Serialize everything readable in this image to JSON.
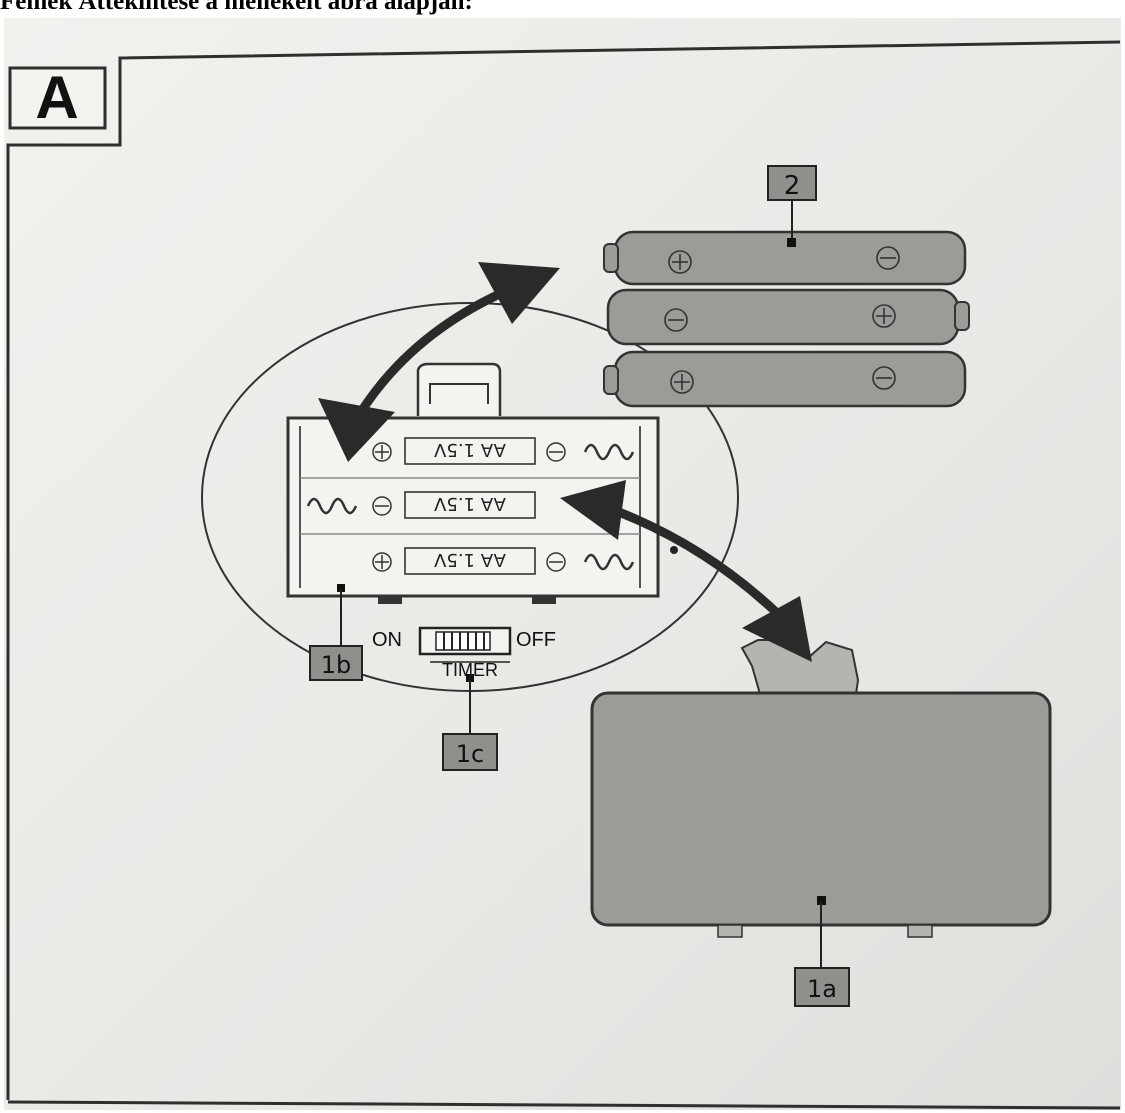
{
  "header": {
    "title": "Felnek Áttekintése a mellékelt ábra alapján:"
  },
  "figure": {
    "panel_letter": "A",
    "callouts": {
      "batteries": "2",
      "cover": "1a",
      "holder": "1b",
      "switch": "1c"
    },
    "battery_holder": {
      "cell_labels": [
        "AA  1.5V",
        "AA  1.5V",
        "AA  1.5V"
      ]
    },
    "switch": {
      "on_label": "ON",
      "off_label": "OFF",
      "name_label": "TIMER"
    },
    "colors": {
      "paper": "#ecebe8",
      "part_fill": "#9b9b98",
      "arrow": "#2a2a2a",
      "outline": "#3a3a3a"
    }
  }
}
